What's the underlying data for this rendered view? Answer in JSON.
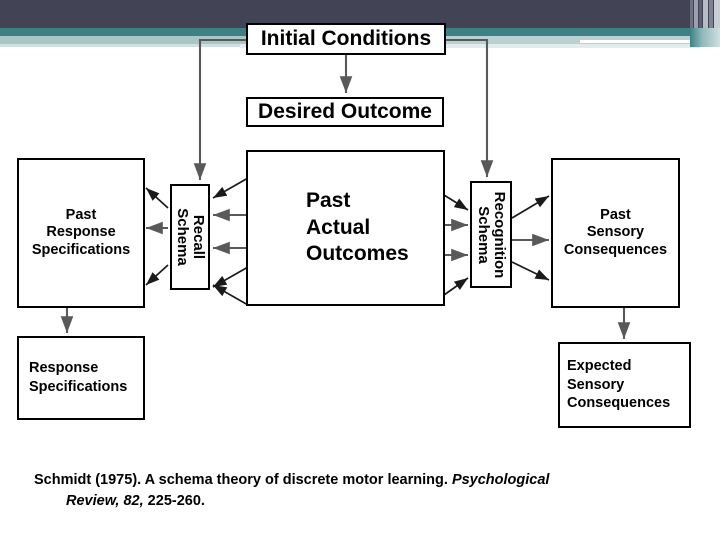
{
  "slide": {
    "theme": {
      "header_navy": "#434356",
      "header_teal": "#3d8185",
      "header_light_teal": "#a9c6c7",
      "background": "#ffffff",
      "box_border": "#000000",
      "text": "#000000",
      "arrow": "#595959"
    }
  },
  "diagram": {
    "title": "Schmidt schema theory diagram",
    "nodes": {
      "initial_conditions": "Initial Conditions",
      "desired_outcome": "Desired Outcome",
      "past_response_specifications": "Past\nResponse\nSpecifications",
      "past_response_specifications_lines": [
        "Past",
        "Response",
        "Specifications"
      ],
      "recall_schema_lines": [
        "Recall",
        "Schema"
      ],
      "past_actual_outcomes_lines": [
        "Past",
        "Actual",
        "Outcomes"
      ],
      "recognition_schema_lines": [
        "Recognition",
        "Schema"
      ],
      "past_sensory_consequences_lines": [
        "Past",
        "Sensory",
        "Consequences"
      ],
      "response_specifications_lines": [
        "Response",
        "Specifications"
      ],
      "expected_sensory_consequences_lines": [
        "Expected",
        "Sensory",
        "Consequences"
      ]
    }
  },
  "caption": {
    "line1_plain": "Schmidt (1975).  A schema theory of discrete motor learning. ",
    "line1_italic": "Psychological",
    "line2_italic": "Review, 82,",
    "line2_plain": " 225-260."
  }
}
